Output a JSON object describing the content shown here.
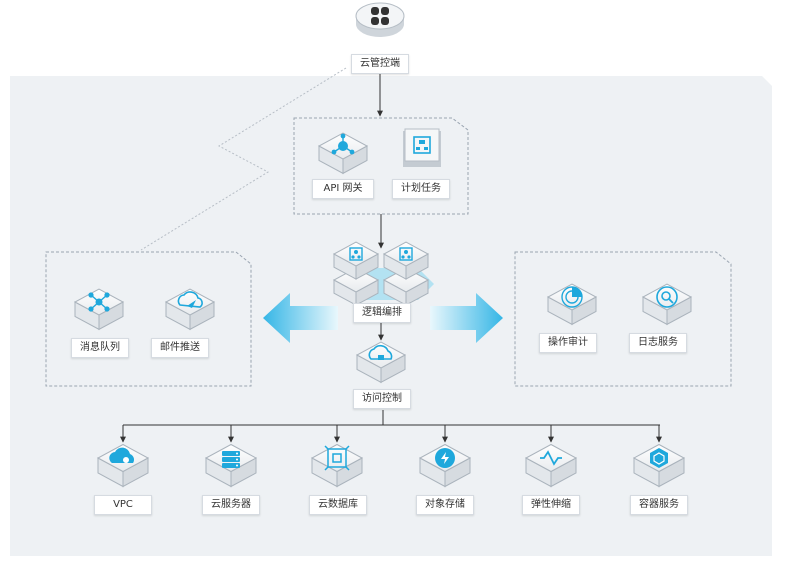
{
  "colors": {
    "background": "#eef1f4",
    "accent": "#1fa8dc",
    "arrow_glow": "#7fd3ef",
    "line": "#333333",
    "dashed": "#9aa5b1"
  },
  "console": {
    "label": "云管控端",
    "icon": "grid-icon"
  },
  "top_group": {
    "items": [
      {
        "label": "API 网关",
        "icon": "api-gateway-icon"
      },
      {
        "label": "计划任务",
        "icon": "schedule-icon"
      }
    ]
  },
  "center": {
    "label": "逻辑编排",
    "icon": "logic-orchestration-icon"
  },
  "left_group": {
    "items": [
      {
        "label": "消息队列",
        "icon": "message-queue-icon"
      },
      {
        "label": "邮件推送",
        "icon": "mail-push-icon"
      }
    ]
  },
  "right_group": {
    "items": [
      {
        "label": "操作审计",
        "icon": "operation-audit-icon"
      },
      {
        "label": "日志服务",
        "icon": "log-service-icon"
      }
    ]
  },
  "access": {
    "label": "访问控制",
    "icon": "cloud-access-icon"
  },
  "bottom_row": {
    "items": [
      {
        "label": "VPC",
        "icon": "vpc-cloud-icon"
      },
      {
        "label": "云服务器",
        "icon": "server-icon"
      },
      {
        "label": "云数据库",
        "icon": "database-icon"
      },
      {
        "label": "对象存储",
        "icon": "object-storage-icon"
      },
      {
        "label": "弹性伸缩",
        "icon": "auto-scaling-icon"
      },
      {
        "label": "容器服务",
        "icon": "container-icon"
      }
    ]
  }
}
